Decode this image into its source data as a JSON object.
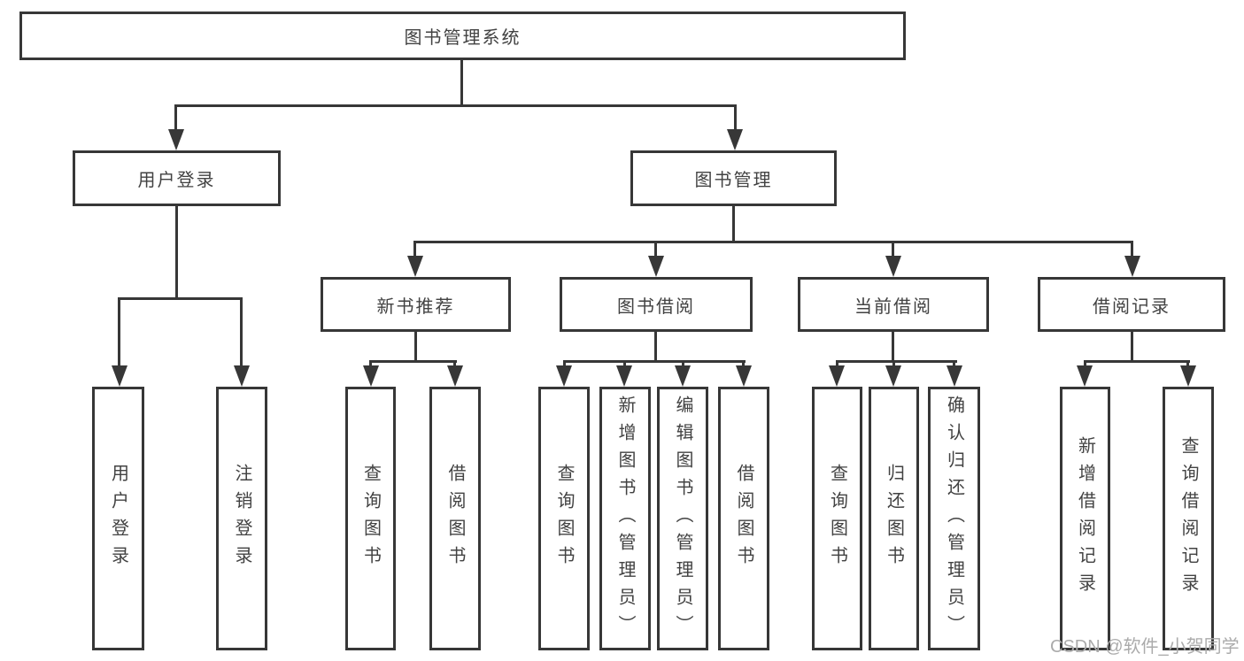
{
  "diagram": {
    "root": {
      "label": "图书管理系统"
    },
    "user_login": {
      "label": "用户登录",
      "children": {
        "login": {
          "label": "用户登录"
        },
        "logout": {
          "label": "注销登录"
        }
      }
    },
    "book_mgmt": {
      "label": "图书管理",
      "children": {
        "new_book_rec": {
          "label": "新书推荐",
          "children": {
            "query_book": {
              "label": "查询图书"
            },
            "borrow_book": {
              "label": "借阅图书"
            }
          }
        },
        "book_borrow": {
          "label": "图书借阅",
          "children": {
            "query_book": {
              "label": "查询图书"
            },
            "add_book": {
              "label": "新增图书（管理员）"
            },
            "edit_book": {
              "label": "编辑图书（管理员）"
            },
            "borrow_book": {
              "label": "借阅图书"
            }
          }
        },
        "current_borrow": {
          "label": "当前借阅",
          "children": {
            "query_book": {
              "label": "查询图书"
            },
            "return_book": {
              "label": "归还图书"
            },
            "confirm_return": {
              "label": "确认归还（管理员）"
            }
          }
        },
        "borrow_records": {
          "label": "借阅记录",
          "children": {
            "add_record": {
              "label": "新增借阅记录"
            },
            "query_record": {
              "label": "查询借阅记录"
            }
          }
        }
      }
    }
  },
  "watermark": {
    "text": "CSDN @软件_小贺同学"
  },
  "colors": {
    "line_color": "#373737",
    "text_color": "#424242",
    "watermark_color": "#ababab",
    "bg_color": "#ffffff"
  }
}
